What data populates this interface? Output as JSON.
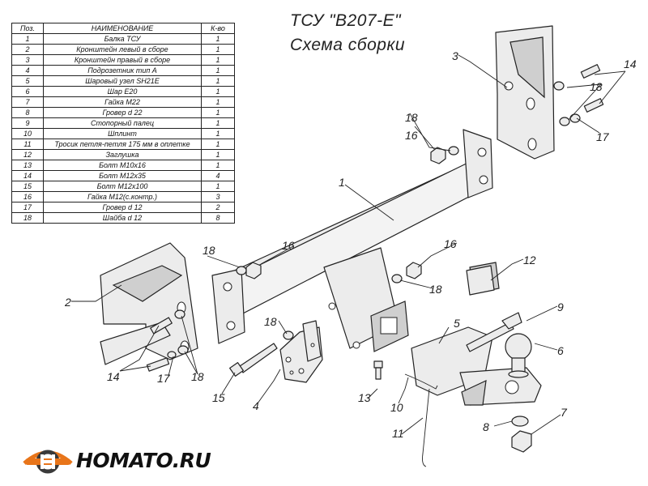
{
  "title": {
    "line1": "ТСУ \"B207-E\"",
    "line2": "Схема сборки"
  },
  "table": {
    "headers": {
      "num": "Поз.",
      "name": "НАИМЕНОВАНИЕ",
      "qty": "К-во"
    },
    "rows": [
      {
        "num": "1",
        "name": "Балка ТСУ",
        "qty": "1"
      },
      {
        "num": "2",
        "name": "Кронштейн левый в сборе",
        "qty": "1"
      },
      {
        "num": "3",
        "name": "Кронштейн правый в сборе",
        "qty": "1"
      },
      {
        "num": "4",
        "name": "Подрозетник тип А",
        "qty": "1"
      },
      {
        "num": "5",
        "name": "Шаровый узел SH21E",
        "qty": "1"
      },
      {
        "num": "6",
        "name": "Шар E20",
        "qty": "1"
      },
      {
        "num": "7",
        "name": "Гайка М22",
        "qty": "1"
      },
      {
        "num": "8",
        "name": "Гровер d 22",
        "qty": "1"
      },
      {
        "num": "9",
        "name": "Стопорный палец",
        "qty": "1"
      },
      {
        "num": "10",
        "name": "Шплинт",
        "qty": "1"
      },
      {
        "num": "11",
        "name": "Тросик петля-петля 175 мм в оплетке",
        "qty": "1"
      },
      {
        "num": "12",
        "name": "Заглушка",
        "qty": "1"
      },
      {
        "num": "13",
        "name": "Болт М10х16",
        "qty": "1"
      },
      {
        "num": "14",
        "name": "Болт М12х35",
        "qty": "4"
      },
      {
        "num": "15",
        "name": "Болт М12х100",
        "qty": "1"
      },
      {
        "num": "16",
        "name": "Гайка М12(с.контр.)",
        "qty": "3"
      },
      {
        "num": "17",
        "name": "Гровер d 12",
        "qty": "2"
      },
      {
        "num": "18",
        "name": "Шайба d 12",
        "qty": "8"
      }
    ]
  },
  "callouts": {
    "c1": "1",
    "c2": "2",
    "c3": "3",
    "c4": "4",
    "c5": "5",
    "c6": "6",
    "c7": "7",
    "c8": "8",
    "c9": "9",
    "c10": "10",
    "c11": "11",
    "c12": "12",
    "c13": "13",
    "c14a": "14",
    "c14b": "14",
    "c15": "15",
    "c16a": "16",
    "c16b": "16",
    "c16c": "16",
    "c17a": "17",
    "c17b": "17",
    "c18a": "18",
    "c18b": "18",
    "c18c": "18",
    "c18d": "18",
    "c18e": "18",
    "c18f": "18"
  },
  "logo": {
    "text": "HOMATO.RU",
    "icon": "car-hitch-logo-icon",
    "accent": "#e8751a",
    "dark": "#3a3a3a"
  }
}
